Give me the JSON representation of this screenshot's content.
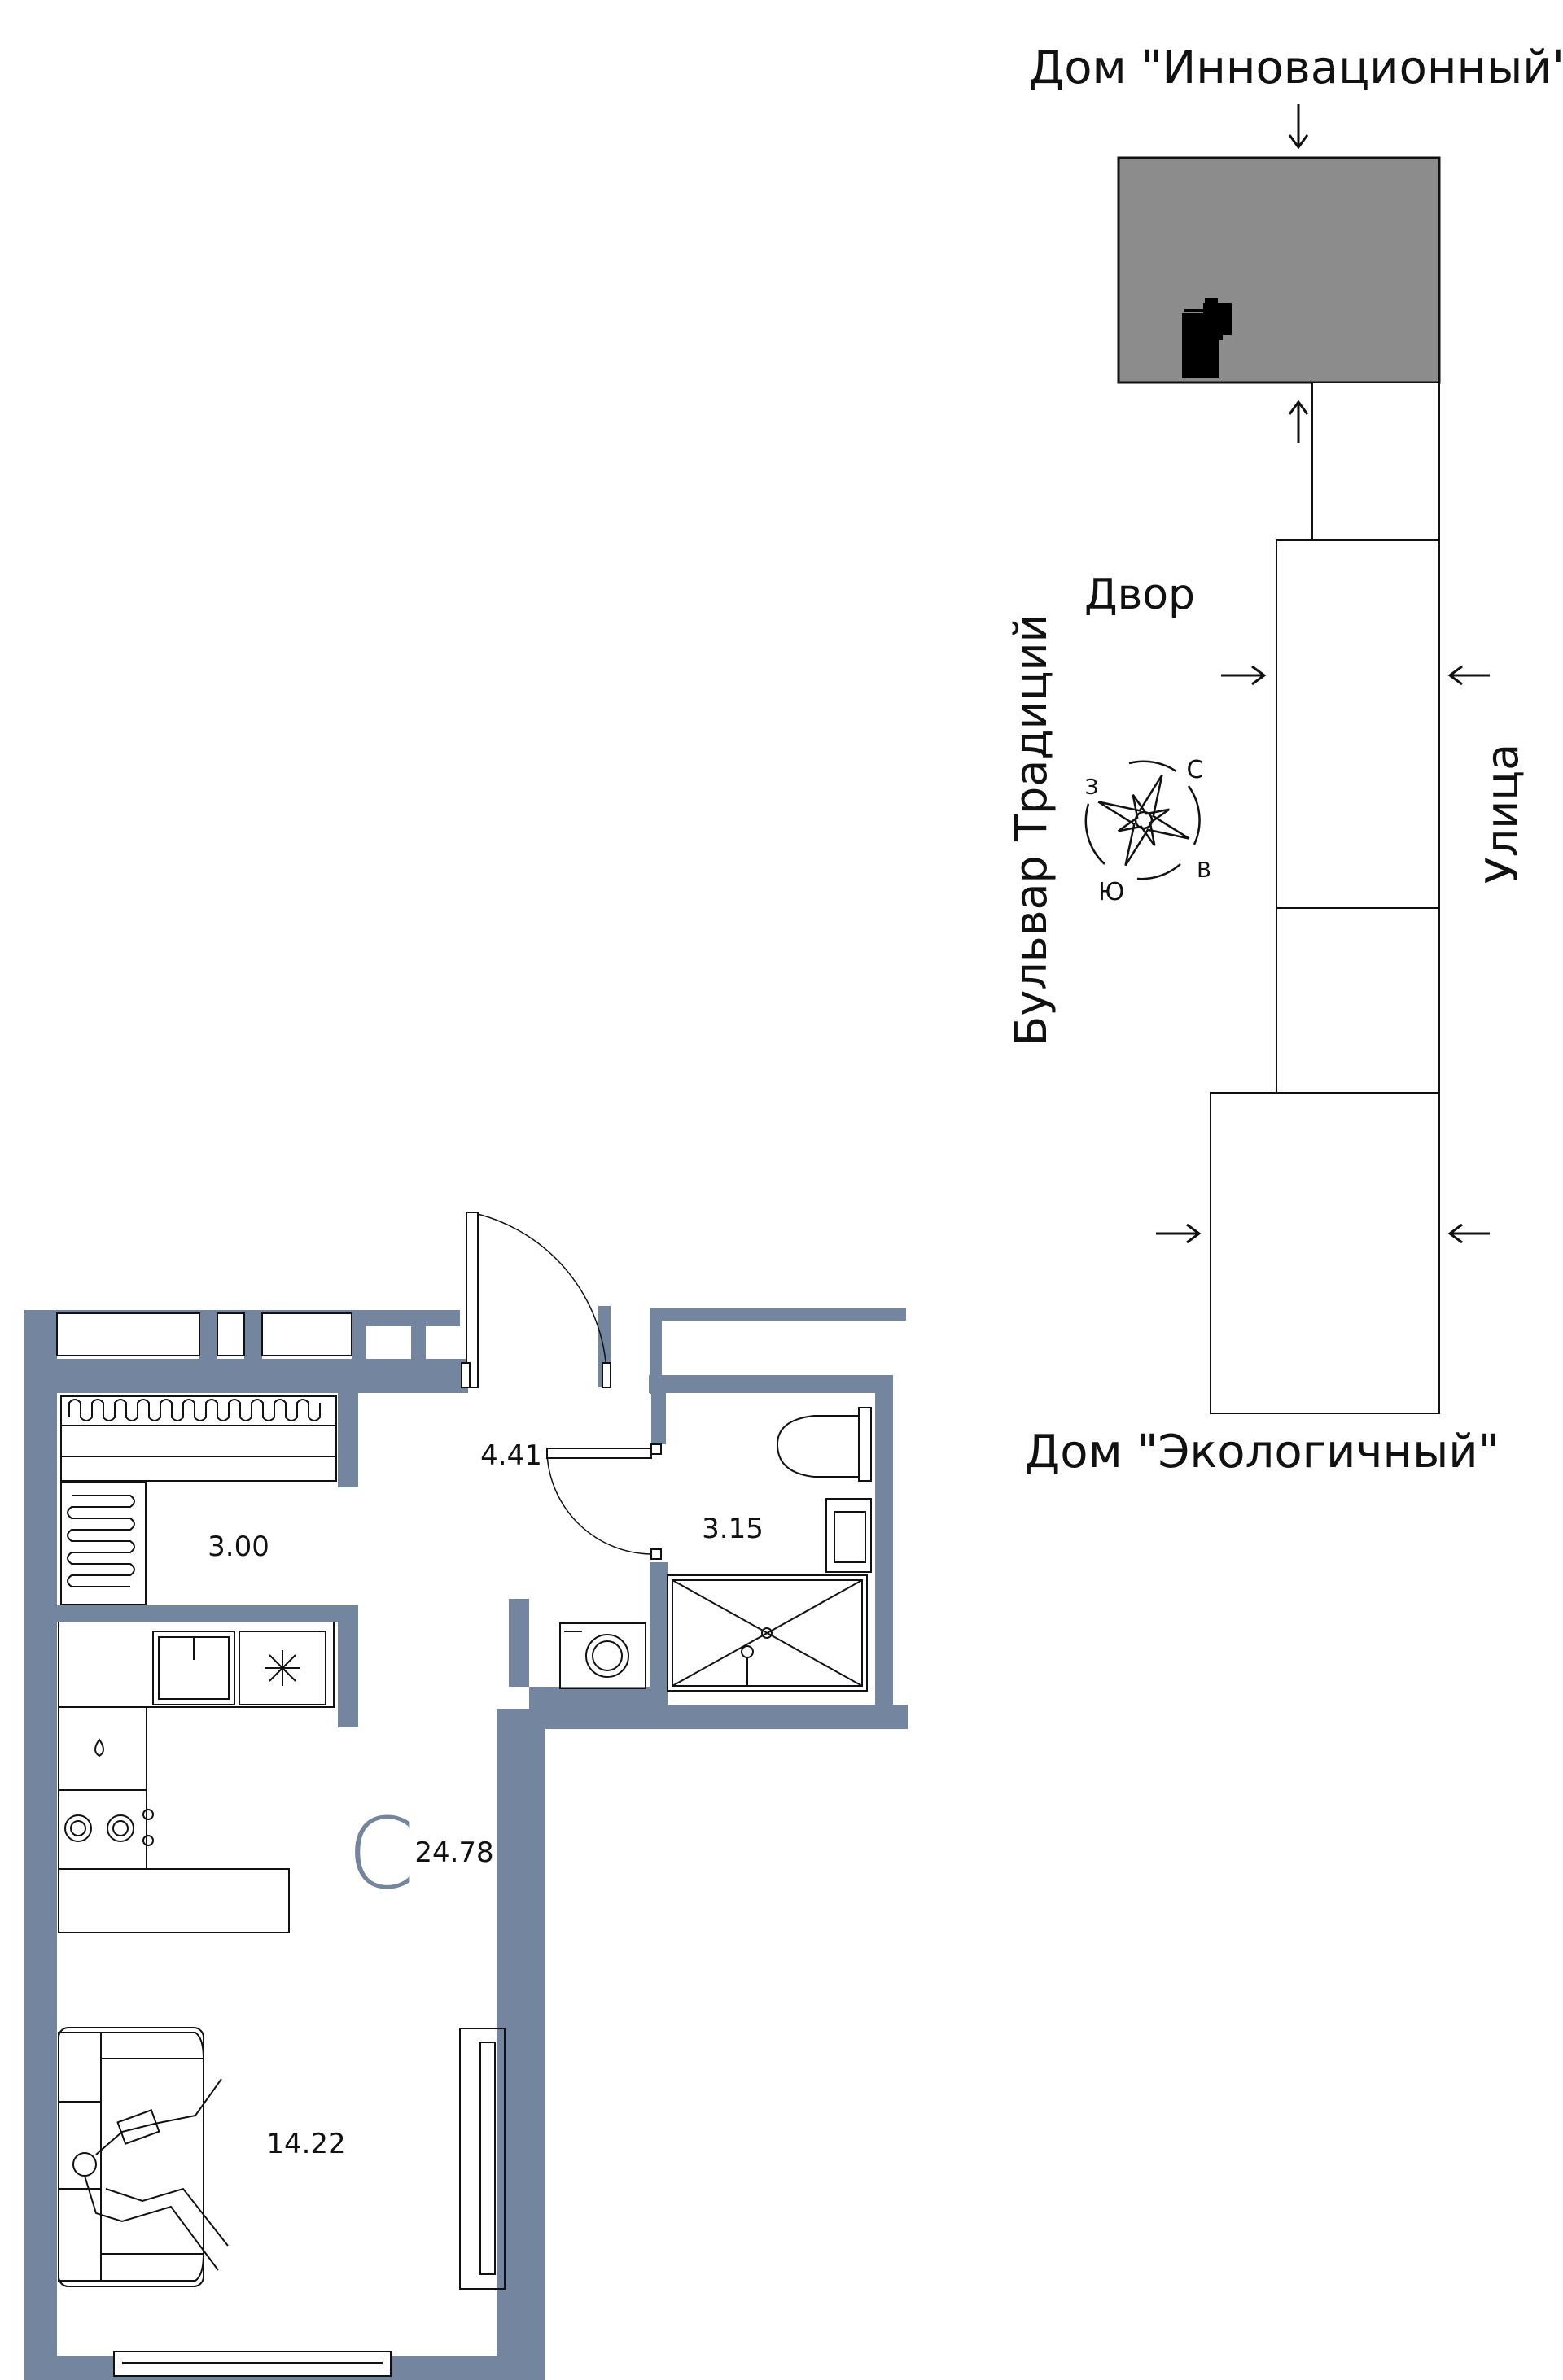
{
  "site_plan": {
    "house_top": "Дом \"Инновационный\"",
    "house_bottom": "Дом \"Экологичный\"",
    "yard": "Двор",
    "boulevard": "Бульвар Традиций",
    "street": "Улица",
    "compass": {
      "north": "С",
      "east": "В",
      "south": "Ю",
      "west": "З"
    }
  },
  "floor_plan": {
    "apartment_type": "С",
    "total_area": "24.78",
    "rooms": [
      {
        "name": "hallway",
        "area": "4.41"
      },
      {
        "name": "balcony",
        "area": "3.00"
      },
      {
        "name": "bathroom",
        "area": "3.15"
      },
      {
        "name": "living-room",
        "area": "14.22"
      }
    ],
    "colors": {
      "wall": "#74869F",
      "site_building": "#8C8C8C",
      "apartment_marker": "#000000"
    }
  }
}
